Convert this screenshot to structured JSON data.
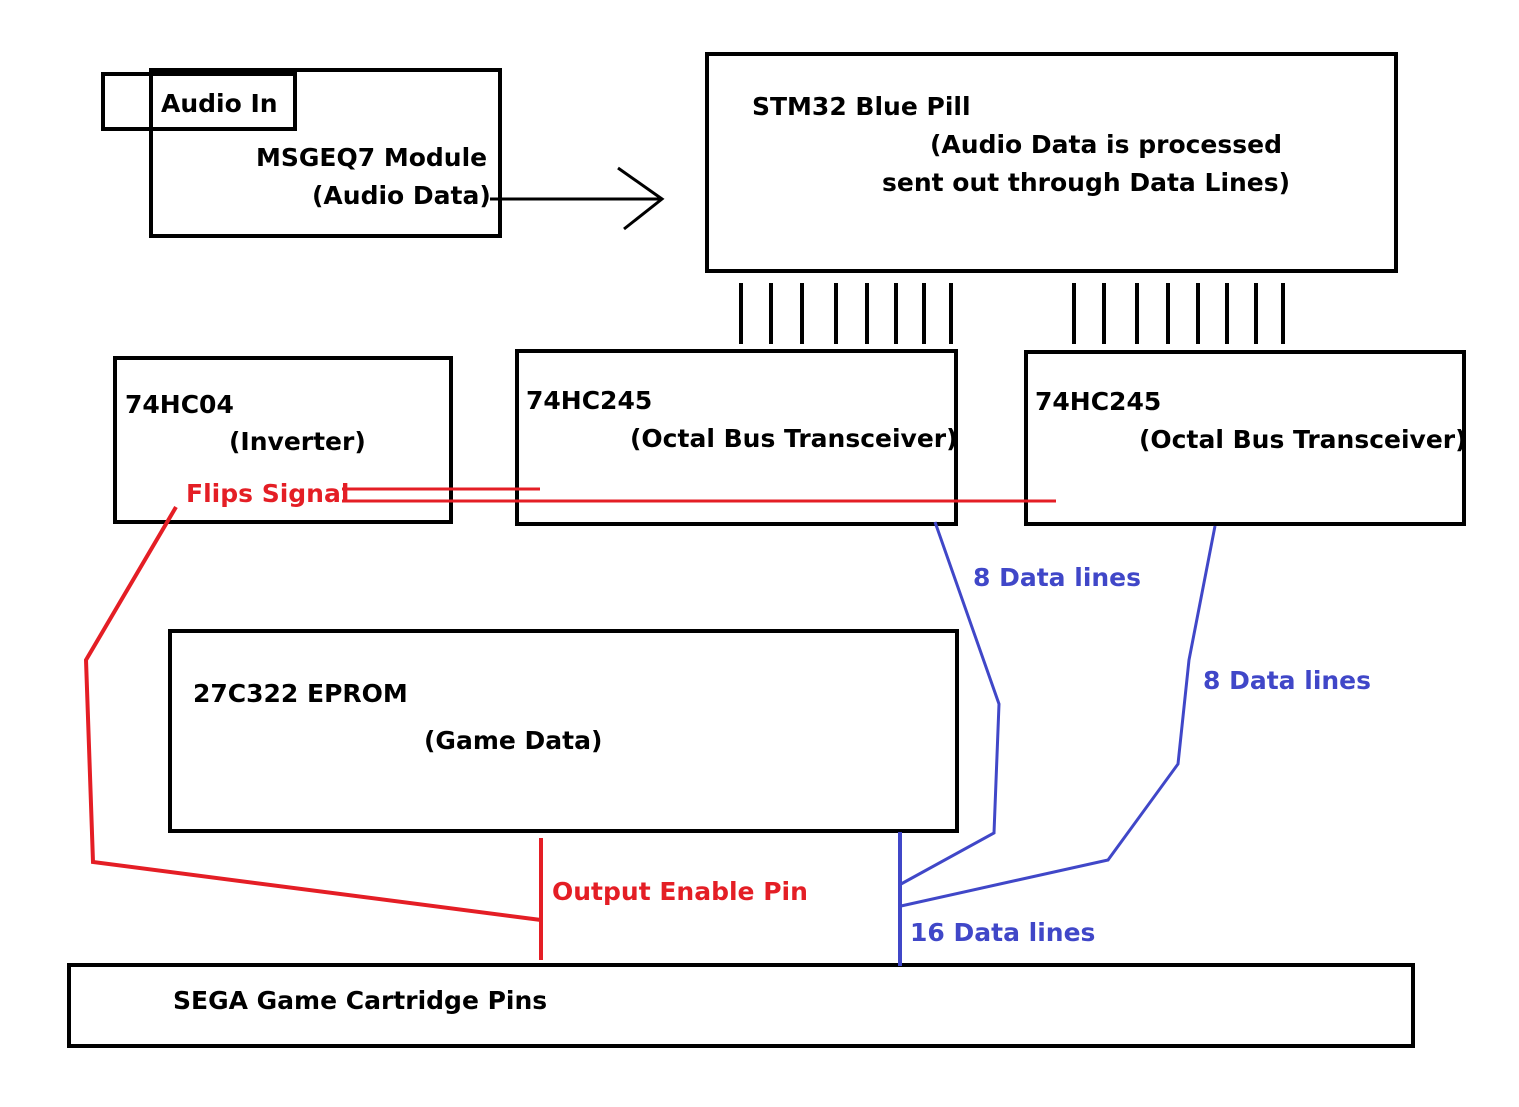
{
  "colors": {
    "box_stroke": "#000000",
    "signal_red": "#e41e25",
    "data_blue": "#4047c8",
    "text_black": "#000000"
  },
  "msgeq7": {
    "audio_in_label": "Audio In",
    "title": "MSGEQ7 Module",
    "subtitle": "(Audio Data)"
  },
  "stm32": {
    "title": "STM32 Blue Pill",
    "desc_line1": "(Audio Data is processed",
    "desc_line2": "sent out through Data Lines)"
  },
  "inverter": {
    "title": "74HC04",
    "subtitle": "(Inverter)",
    "signal_label": "Flips Signal"
  },
  "transceiver_left": {
    "title": "74HC245",
    "subtitle": "(Octal Bus Transceiver)"
  },
  "transceiver_right": {
    "title": "74HC245",
    "subtitle": "(Octal Bus Transceiver)"
  },
  "eprom": {
    "title": "27C322 EPROM",
    "subtitle": "(Game Data)"
  },
  "cartridge": {
    "title": "SEGA Game Cartridge Pins"
  },
  "labels": {
    "data_lines_left": "8 Data lines",
    "data_lines_right": "8 Data lines",
    "data_lines_total": "16 Data lines",
    "output_enable": "Output Enable Pin"
  }
}
